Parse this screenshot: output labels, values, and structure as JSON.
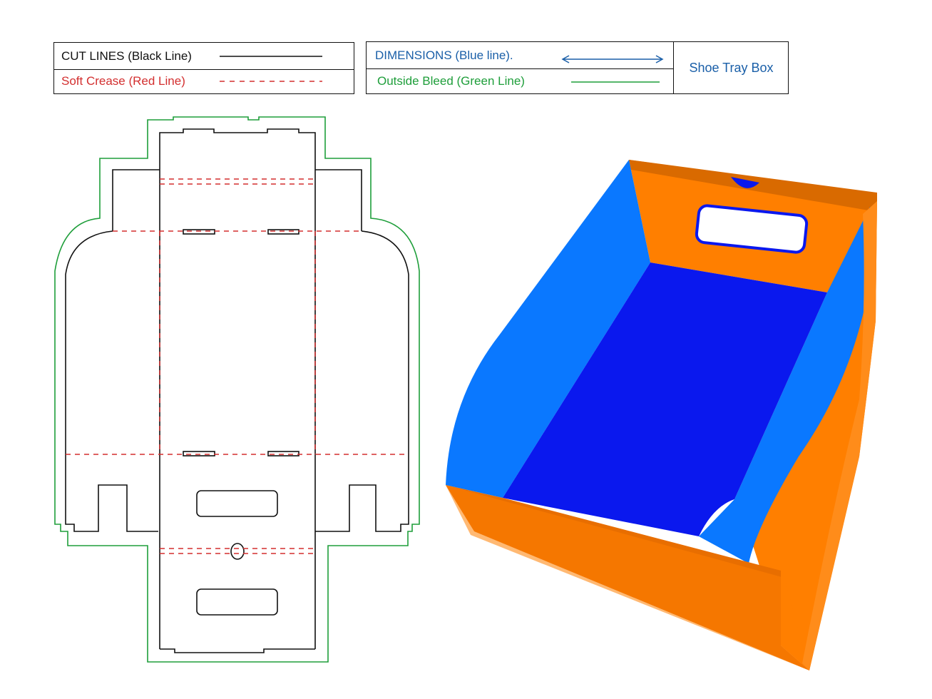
{
  "legend": {
    "cut_lines": {
      "label": "CUT LINES (Black Line)",
      "color": "#111111"
    },
    "soft_crease": {
      "label": "Soft Crease (Red Line)",
      "color": "#d32f2f"
    },
    "dimensions": {
      "label": "DIMENSIONS (Blue line).",
      "color": "#1a5fa8"
    },
    "outside_bleed": {
      "label": "Outside Bleed (Green Line)",
      "color": "#1e9e3a"
    },
    "title": "Shoe Tray Box",
    "title_color": "#1a5fa8"
  },
  "colors": {
    "cut": "#111111",
    "crease": "#d32f2f",
    "bleed": "#1e9e3a",
    "box_orange": "#ff7f00",
    "box_orange_dark": "#e86e00",
    "box_light_blue": "#0a78ff",
    "box_blue": "#0a18ee"
  }
}
